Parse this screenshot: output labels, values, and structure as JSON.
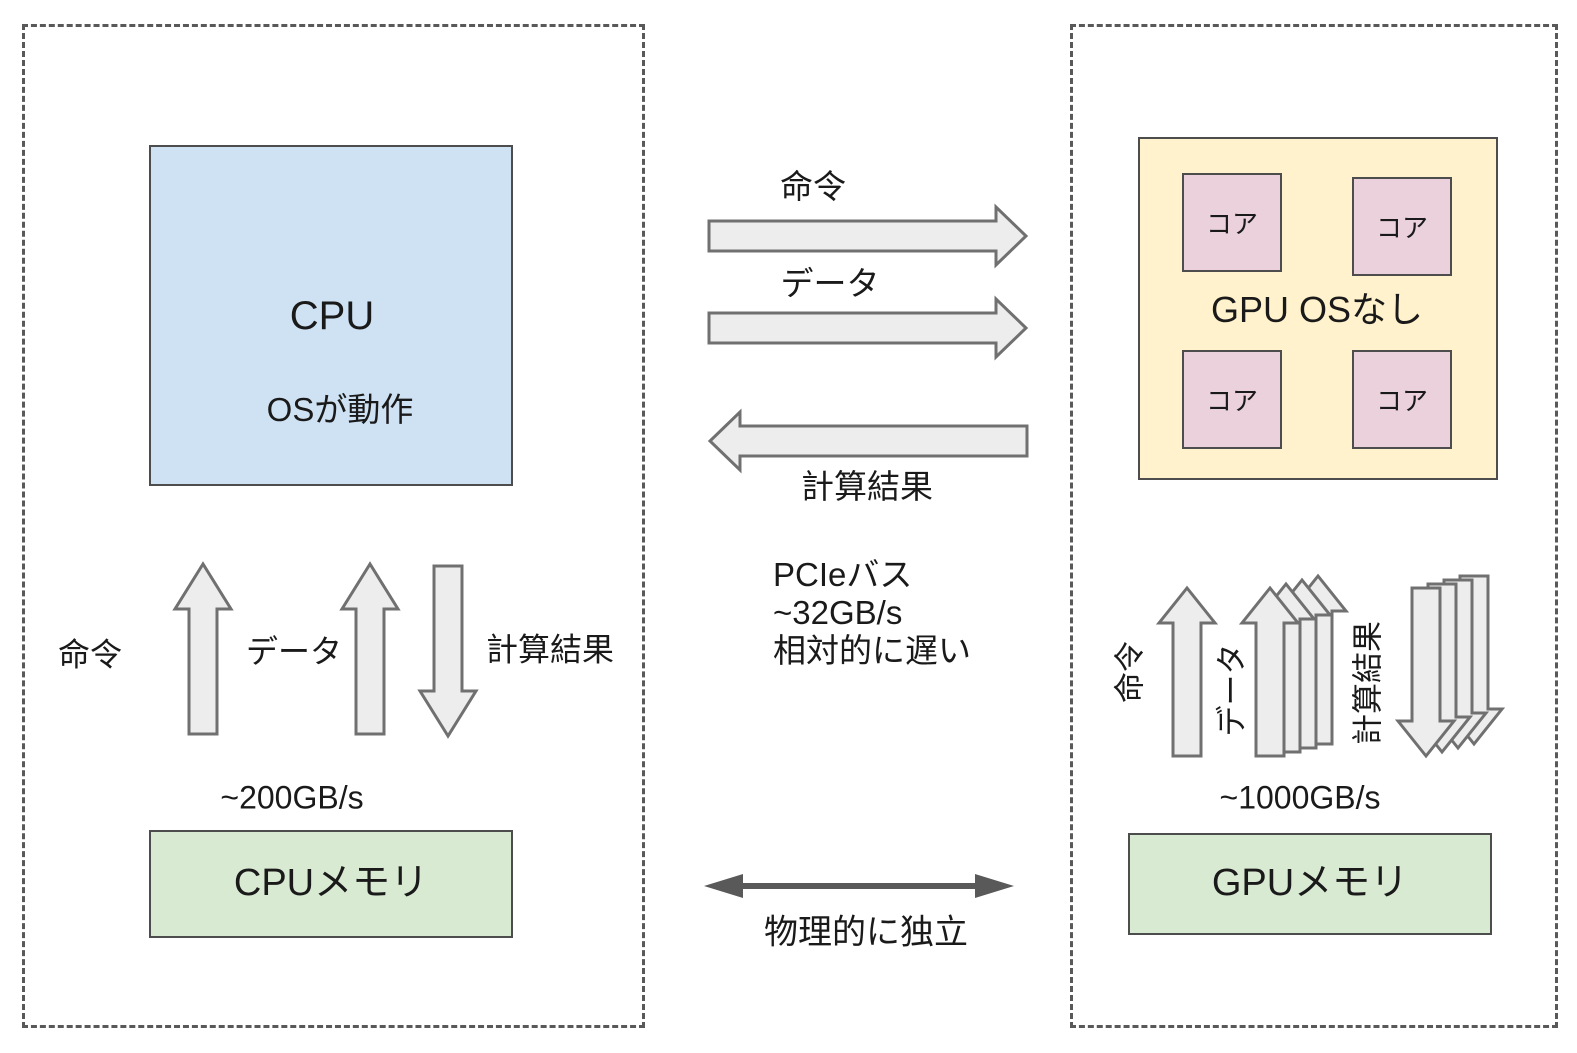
{
  "colors": {
    "cpu_box": "#cfe2f3",
    "memory_box": "#d9ead3",
    "gpu_box": "#fff2cc",
    "core_box": "#ead1dc",
    "arrow_fill": "#ededed",
    "arrow_stroke": "#707070",
    "dash_border": "#595959",
    "box_border": "#4d4d4d"
  },
  "left_panel": {
    "cpu_title": "CPU",
    "cpu_subtitle": "OSが動作",
    "instruction_label": "命令",
    "data_label": "データ",
    "result_label": "計算結果",
    "bandwidth": "~200GB/s",
    "memory_label": "CPUメモリ"
  },
  "middle": {
    "instruction_label": "命令",
    "data_label": "データ",
    "result_label": "計算結果",
    "bus_line1": "PCIeバス",
    "bus_line2": "~32GB/s",
    "bus_line3": "相対的に遅い",
    "independence_label": "物理的に独立"
  },
  "right_panel": {
    "gpu_title": "GPU OSなし",
    "cores": [
      "コア",
      "コア",
      "コア",
      "コア"
    ],
    "instruction_label": "命令",
    "data_label": "データ",
    "result_label": "計算結果",
    "bandwidth": "~1000GB/s",
    "memory_label": "GPUメモリ"
  }
}
